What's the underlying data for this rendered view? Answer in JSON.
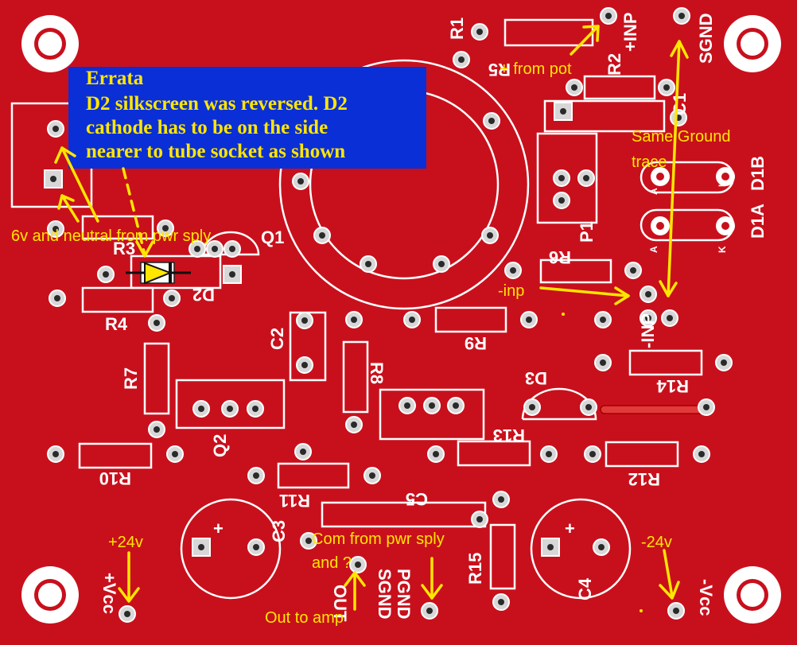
{
  "colors": {
    "board": "#c8101c",
    "silkscreen": "#ffffff",
    "annotation": "#ffe600",
    "errata_box": "#0a2fd6",
    "pad_ring": "#d7d7d7",
    "pad_hole": "#2a2a2a"
  },
  "errata": {
    "title": "Errata",
    "lines": [
      "D2 silkscreen was reversed. D2",
      "cathode has to be on the side",
      "nearer to tube socket as shown"
    ]
  },
  "annotations": {
    "from_pot": "+ from pot",
    "same_ground": "Same Ground",
    "trace": "trace",
    "six_volt": "6v and neutral from pwr sply",
    "minus_inp": "-inp",
    "plus24": "+24v",
    "minus24": "-24v",
    "com_line1": "Com from pwr sply",
    "com_line2": "and ?",
    "out_to_amp": "Out to amp"
  },
  "silkscreen": {
    "R1": "R1",
    "R2": "R2",
    "R3": "R3",
    "R4": "R4",
    "R5": "R5",
    "R6": "R6",
    "R7": "R7",
    "R8": "R8",
    "R9": "R9",
    "R10": "R10",
    "R11": "R11",
    "R12": "R12",
    "R13": "R13",
    "R14": "R14",
    "R15": "R15",
    "C1": "C1",
    "C2": "C2",
    "C3": "C3",
    "C4": "C4",
    "C5": "C5",
    "Q1": "Q1",
    "Q2": "Q2",
    "D1A": "D1A",
    "D1B": "D1B",
    "D2": "D2",
    "D3": "D3",
    "P1": "P1",
    "plus_inp": "+INP",
    "minus_inp": "-INP",
    "sgnd": "SGND",
    "pgnd": "PGND",
    "out": "OUT",
    "plus_vcc": "+Vcc",
    "minus_vcc": "-Vcc",
    "plus": "+",
    "k": "K",
    "a": "A"
  },
  "icons": [
    "mounting-hole-icon",
    "tube-socket-icon",
    "diode-icon",
    "arrow-icon"
  ]
}
